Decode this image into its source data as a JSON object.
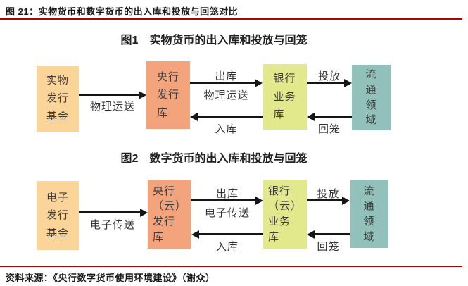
{
  "header": {
    "title": "图 21：实物货币和数字货币的出入库和投放与回笼对比"
  },
  "footer": {
    "source": "资料来源：《央行数字货币使用环境建设》（谢众）"
  },
  "colors": {
    "rule_red": "#b00000",
    "box_issuance_fund": "#fbd49a",
    "box_central_vault": "#f3a47d",
    "box_bank_vault": "#e2e98c",
    "box_circulation": "#92c0ba",
    "arrow_black": "#151515"
  },
  "figure1": {
    "label": "图1",
    "title": "实物货币的出入库和投放与回笼",
    "boxes": {
      "fund": "实物\n发行\n基金",
      "central": "央行\n发行\n库",
      "bank": "银行\n业务\n库",
      "circulation": "流\n通\n领\n域"
    },
    "arrows": {
      "transfer": "物理运送",
      "out_top": "出库",
      "out_bottom": "物理运送",
      "inbound": "入库",
      "issue": "投放",
      "withdraw": "回笼"
    }
  },
  "figure2": {
    "label": "图2",
    "title": "数字货币的出入库和投放与回笼",
    "boxes": {
      "fund": "电子\n发行\n基金",
      "central": "央行\n（云）\n发行\n库",
      "bank": "银行\n（云）\n业务\n库",
      "circulation": "流\n通\n领\n域"
    },
    "arrows": {
      "transfer": "电子传送",
      "out_top": "出库",
      "out_bottom": "电子传送",
      "inbound": "入库",
      "issue": "投放",
      "withdraw": "回笼"
    }
  }
}
